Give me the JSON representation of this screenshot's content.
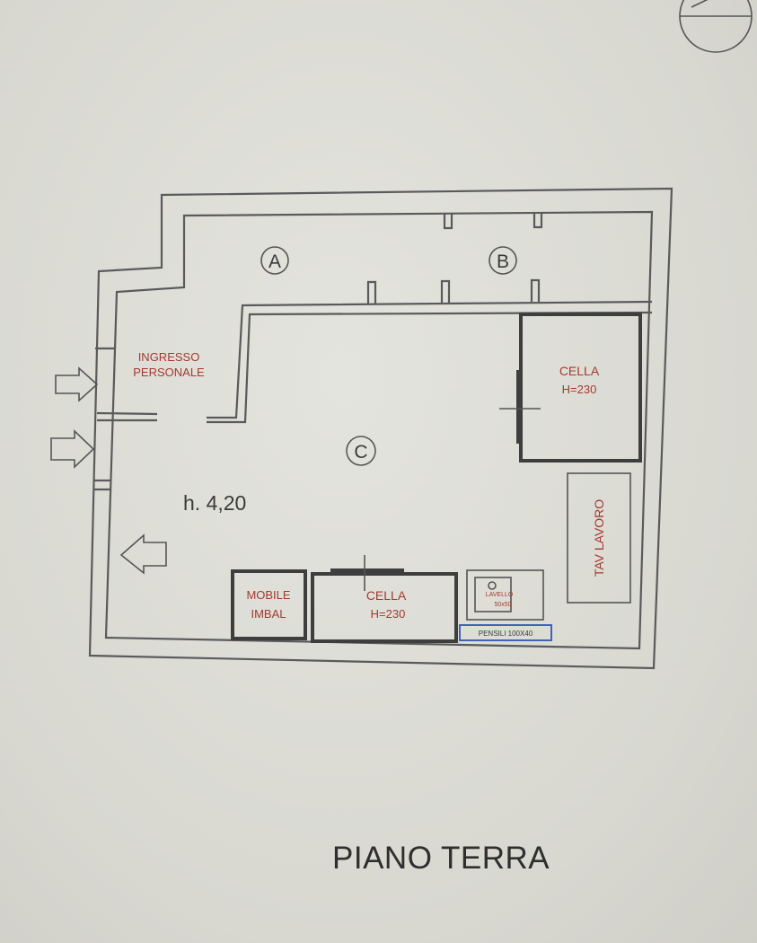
{
  "rooms": {
    "a": "A",
    "b": "B",
    "c": "C"
  },
  "entrance": {
    "line1": "INGRESSO",
    "line2": "PERSONALE"
  },
  "height_label": "h. 4,20",
  "cold_room_right": {
    "line1": "CELLA",
    "line2": "H=230"
  },
  "cold_room_bottom": {
    "line1": "CELLA",
    "line2": "H=230"
  },
  "work_table": "TAV LAVORO",
  "packing_cabinet": {
    "line1": "MOBILE",
    "line2": "IMBAL"
  },
  "sink": {
    "line1": "LAVELLO",
    "line2": "50x50"
  },
  "wall_cabinets": "PENSILI 100X40",
  "plan_title": "PIANO TERRA",
  "colors": {
    "label_red": "#a5392f",
    "line": "#5a5a5a",
    "paper": "#dcdcd6",
    "accent_blue": "#3f63b5"
  }
}
